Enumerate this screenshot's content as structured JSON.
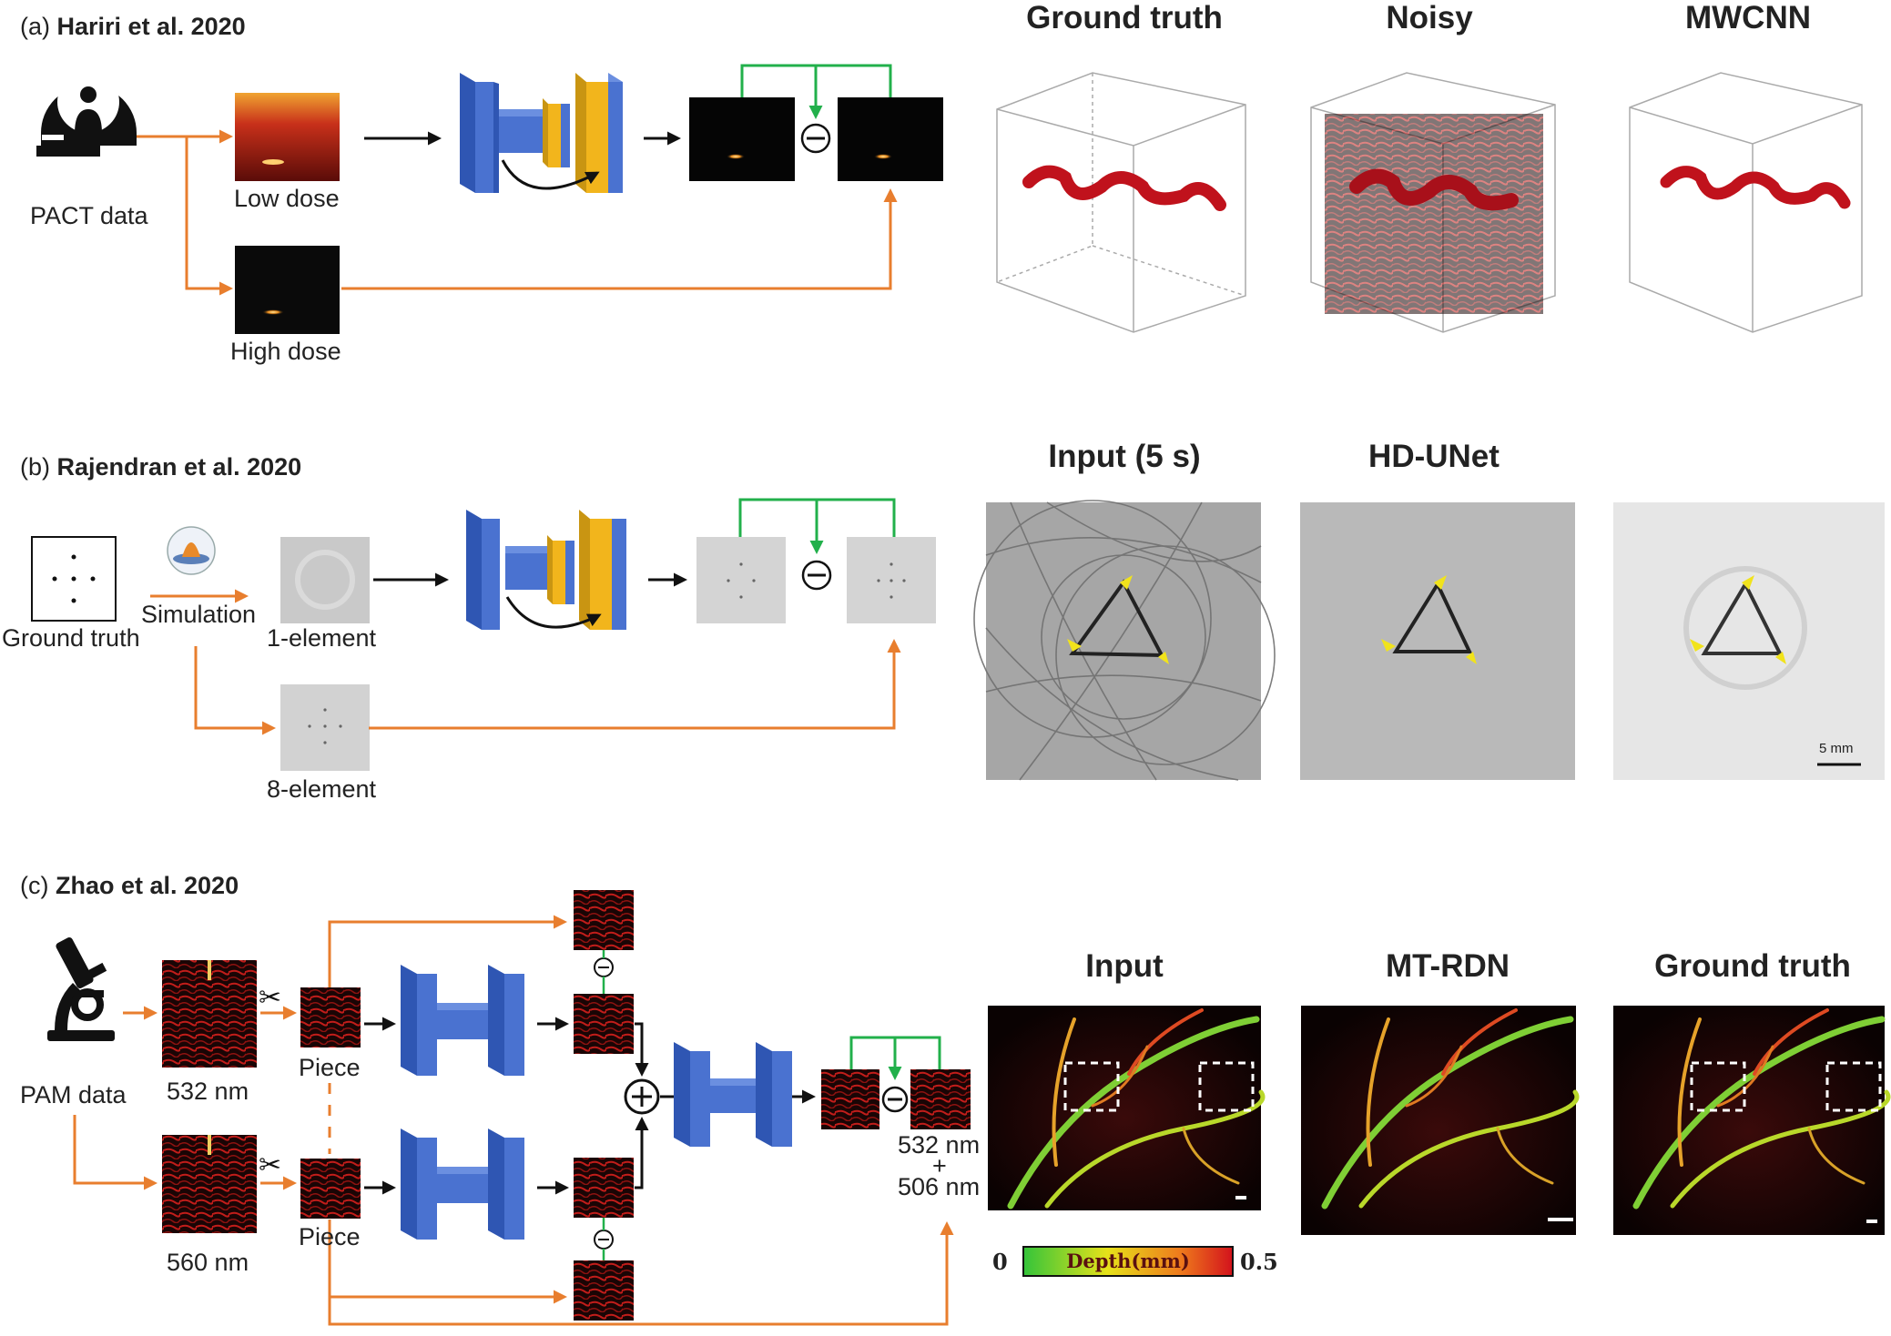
{
  "panels": {
    "a": {
      "letter": "(a)",
      "title": "Hariri et al. 2020",
      "source_label": "PACT data",
      "input1_label": "Low dose",
      "input2_label": "High dose",
      "result_titles": [
        "Ground truth",
        "Noisy",
        "MWCNN"
      ]
    },
    "b": {
      "letter": "(b)",
      "title": "Rajendran et al. 2020",
      "source_label": "Ground truth",
      "sim_label": "Simulation",
      "input1_label": "1-element",
      "input2_label": "8-element",
      "result_titles": [
        "Input (5 s)",
        "HD-UNet"
      ],
      "scale_label": "5 mm"
    },
    "c": {
      "letter": "(c)",
      "title": "Zhao et al. 2020",
      "source_label": "PAM data",
      "wave1_label": "532 nm",
      "wave2_label": "560 nm",
      "piece_label": "Piece",
      "target_label_1": "532 nm",
      "target_label_plus": "+",
      "target_label_2": "506 nm",
      "result_titles": [
        "Input",
        "MT-RDN",
        "Ground truth"
      ],
      "colorbar": {
        "min": "0",
        "max": "0.5",
        "label": "Depth(mm)"
      }
    }
  },
  "colors": {
    "arrow_orange": "#e87e2e",
    "arrow_green": "#22b04b",
    "net_blue": "#4a72d0",
    "net_yellow": "#f2b51c",
    "vessel_red": "#c0121c"
  }
}
